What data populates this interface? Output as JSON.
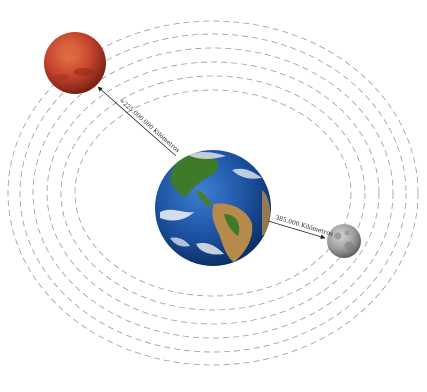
{
  "diagram": {
    "bodies": [
      {
        "id": "mars",
        "icon": "mars-icon",
        "color": "#c2412b"
      },
      {
        "id": "earth",
        "icon": "earth-icon",
        "colors": {
          "ocean": "#1b4f9c",
          "land": "#3f7a2a",
          "desert": "#b58a4b",
          "cloud": "#f2f4f7"
        }
      },
      {
        "id": "moon",
        "icon": "moon-icon",
        "color": "#9a9a9a"
      }
    ],
    "labels": {
      "mars_distance": "≈225.000.000 Kilómetros",
      "moon_distance": "385.000 Kilómetros"
    },
    "orbit_style": {
      "stroke": "#9a9a9a",
      "dash": "dashed"
    }
  }
}
